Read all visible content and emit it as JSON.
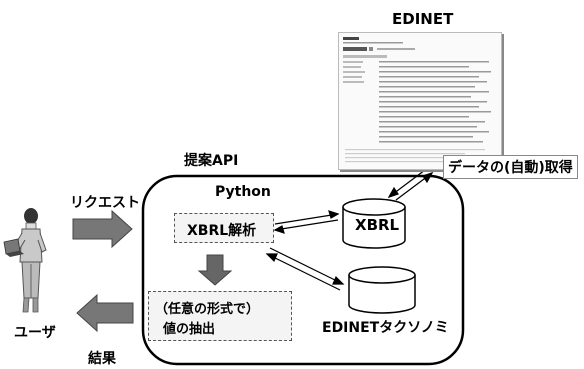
{
  "edinet_label": "EDINET",
  "api_label": "提案API",
  "python_label": "Python",
  "xbrl_parse_label": "XBRL解析",
  "xbrl_db_label": "XBRL",
  "taxonomy_db_label": "EDINETタクソノミ",
  "extract_line1": "（任意の形式で）",
  "extract_line2": "値の抽出",
  "auto_fetch_label": "データの(自動)取得",
  "request_label": "リクエスト",
  "result_label": "結果",
  "user_label": "ユーザ"
}
